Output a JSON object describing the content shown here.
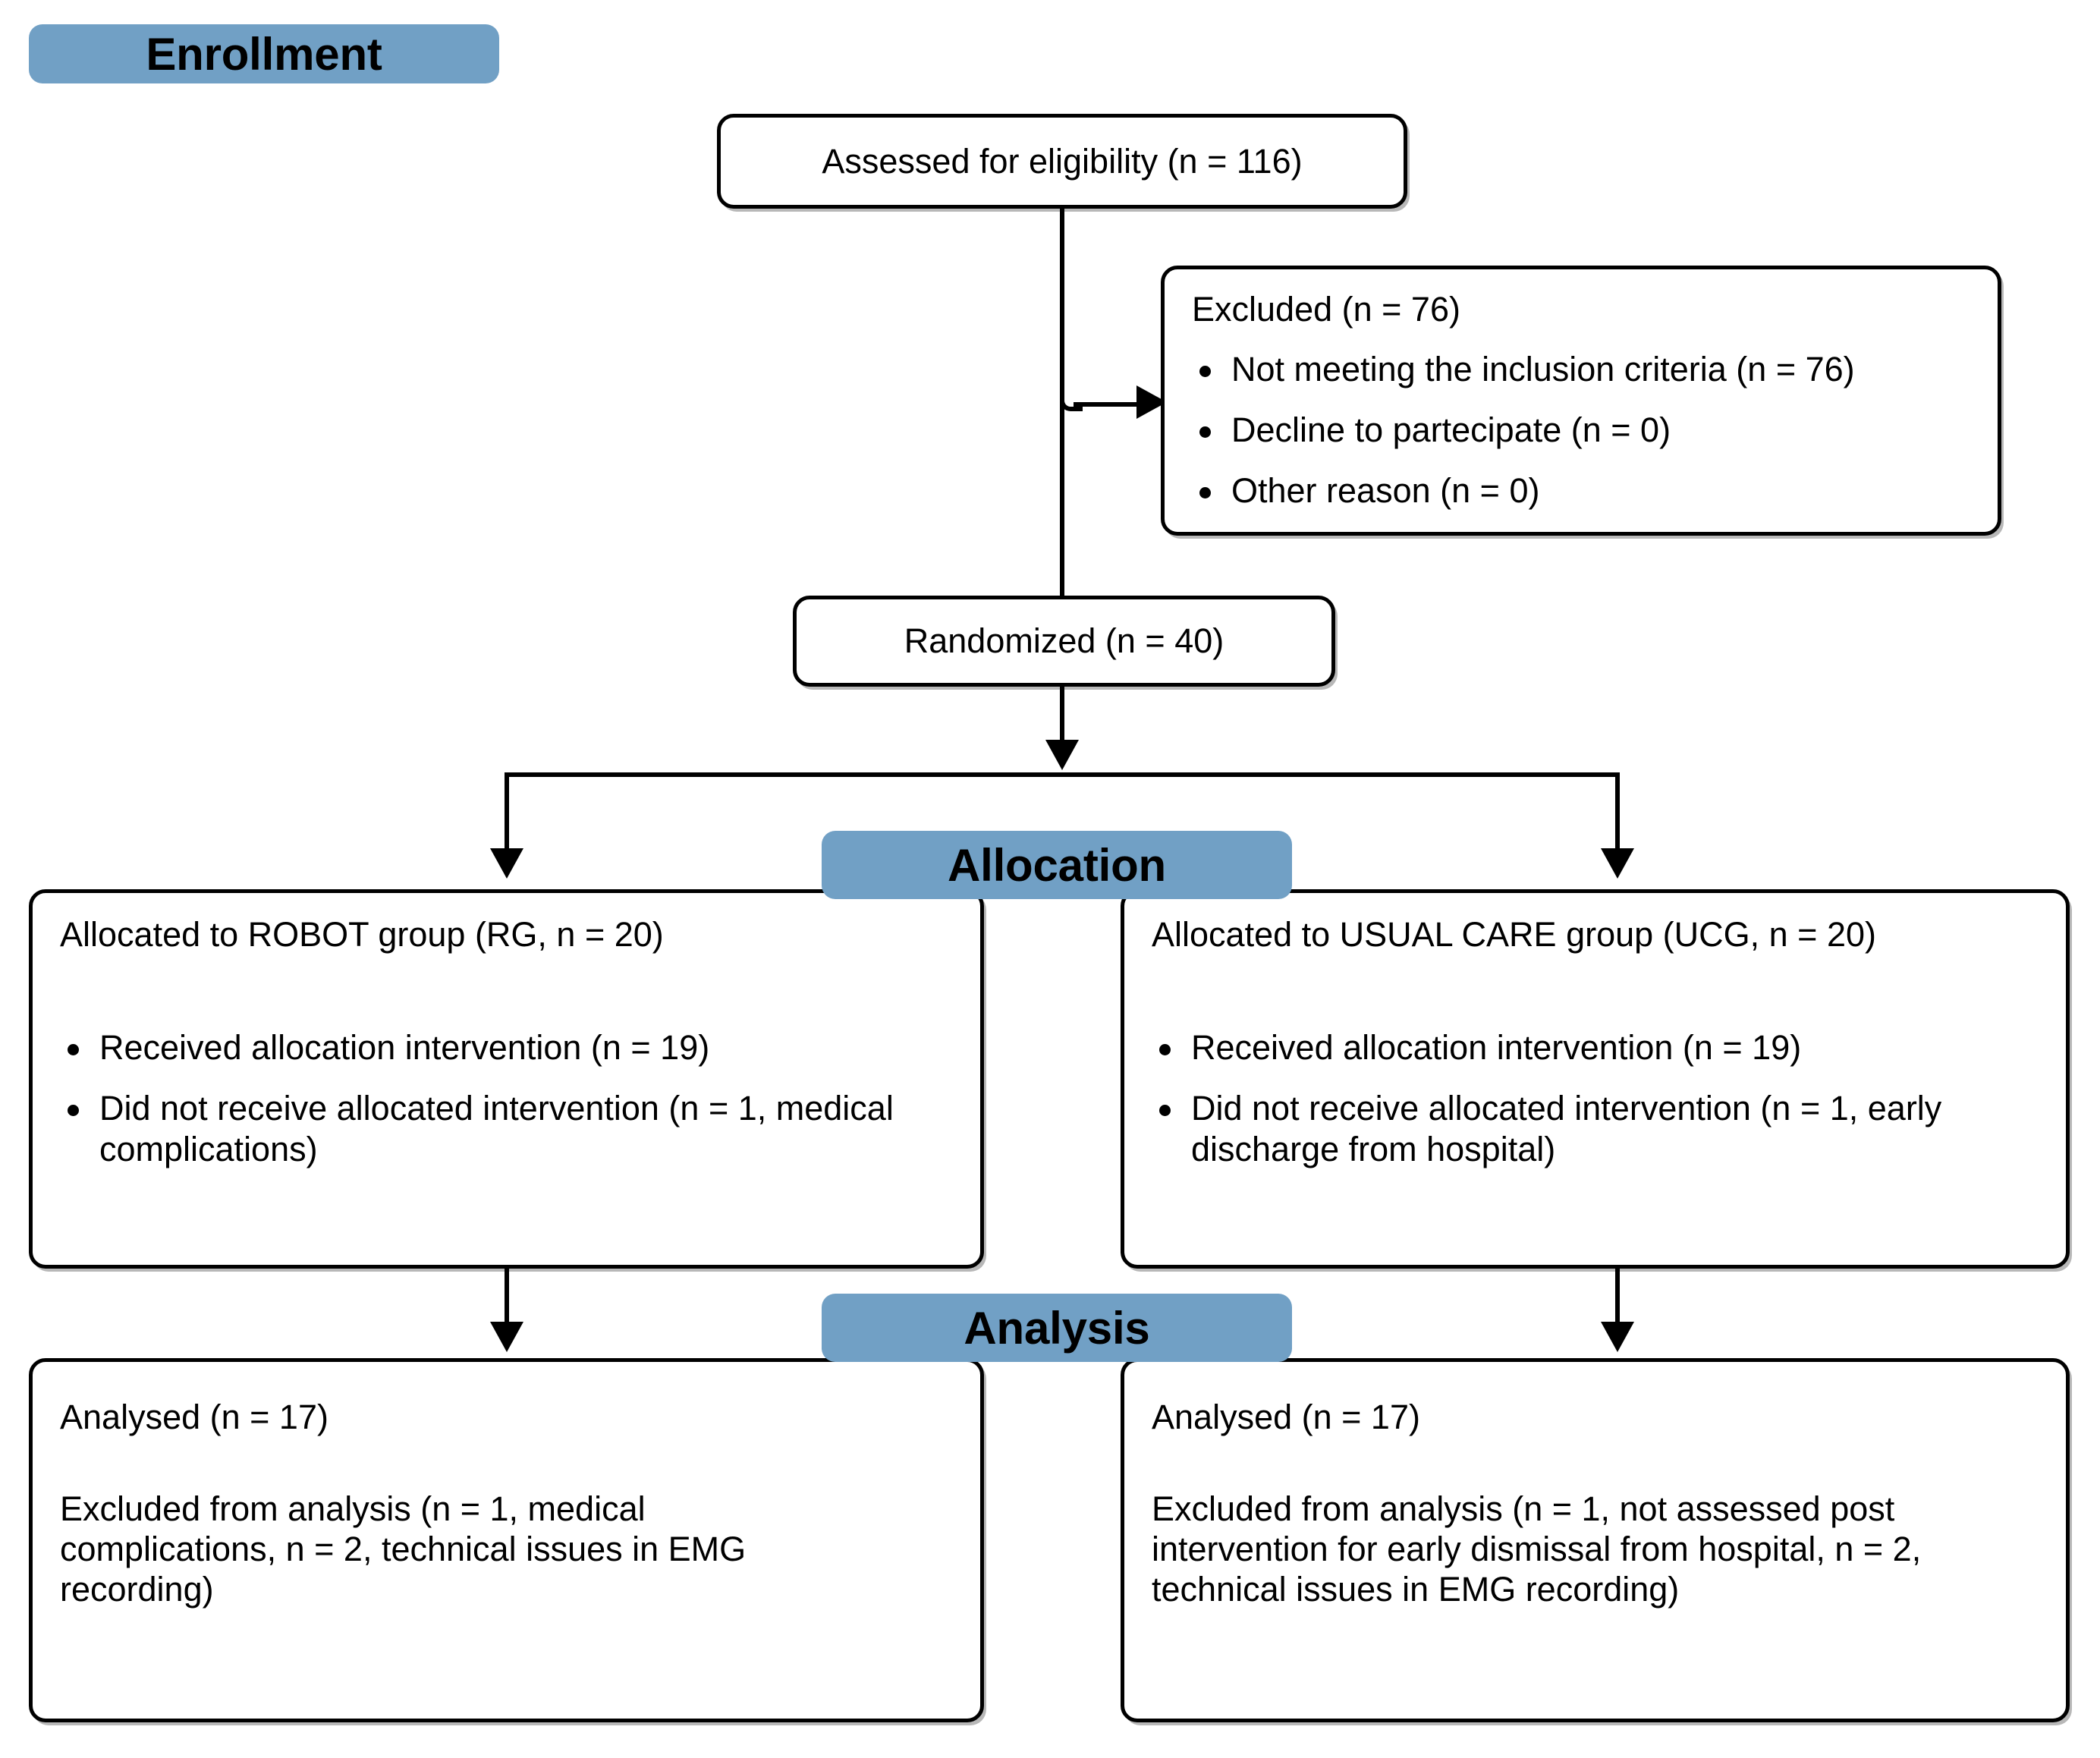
{
  "diagram": {
    "title": "CONSORT participant flow diagram",
    "accent_blue": "#71a0c5",
    "line_color": "#000000",
    "box_fill": "#ffffff"
  },
  "phases": {
    "enrollment": "Enrollment",
    "allocation": "Allocation",
    "analysis": "Analysis"
  },
  "enrollment": {
    "assessed": "Assessed for eligibility (n = 116)",
    "excluded_title": "Excluded (n = 76)",
    "excluded_reasons": [
      "Not meeting the inclusion criteria (n = 76)",
      "Decline to partecipate (n = 0)",
      "Other reason (n = 0)"
    ],
    "randomized": "Randomized (n = 40)"
  },
  "allocation": {
    "left": {
      "title": "Allocated to ROBOT group (RG, n = 20)",
      "items": [
        "Received allocation intervention (n = 19)",
        "Did not receive allocated intervention (n = 1, medical complications)"
      ]
    },
    "right": {
      "title": "Allocated to USUAL CARE group (UCG, n = 20)",
      "items": [
        "Received allocation intervention (n = 19)",
        "Did not receive allocated intervention (n = 1, early discharge from hospital)"
      ]
    }
  },
  "analysis": {
    "left": {
      "analysed": "Analysed (n = 17)",
      "excluded": "Excluded from analysis (n = 1, medical complications, n = 2, technical issues in EMG recording)"
    },
    "right": {
      "analysed": "Analysed (n = 17)",
      "excluded": "Excluded from analysis (n = 1, not assessed post intervention for early dismissal from hospital, n = 2, technical issues in EMG recording)"
    }
  }
}
